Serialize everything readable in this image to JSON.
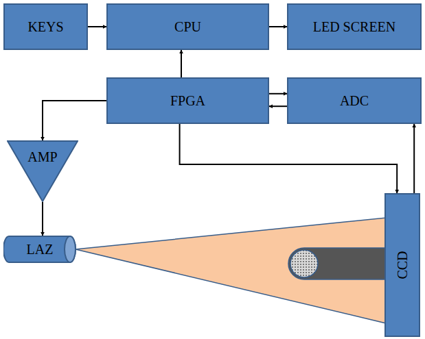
{
  "diagram": {
    "nodes": [
      {
        "text": [
          "KEYS"
        ]
      },
      {
        "text": [
          "CPU"
        ]
      },
      {
        "text": [
          "LED SCREEN"
        ]
      },
      {
        "text": [
          "FPGA"
        ]
      },
      {
        "text": [
          "ADC"
        ]
      },
      {
        "text": [
          "AMP"
        ]
      },
      {
        "text": [
          "LAZ"
        ]
      },
      {
        "text": [
          "CCD"
        ]
      }
    ],
    "edges": [
      {
        "from": 0,
        "to": 1,
        "arrow": "to"
      },
      {
        "from": 1,
        "to": 2,
        "arrow": "to"
      },
      {
        "from": 3,
        "to": 1,
        "arrow": "to"
      },
      {
        "from": 3,
        "to": 4,
        "arrow": "to"
      },
      {
        "from": 4,
        "to": 3,
        "arrow": "to"
      },
      {
        "from": 3,
        "to": 5,
        "arrow": "to"
      },
      {
        "from": 5,
        "to": 6,
        "arrow": "to"
      },
      {
        "from": 3,
        "to": 7,
        "arrow": "to"
      },
      {
        "from": 7,
        "to": 4,
        "arrow": "to"
      }
    ]
  }
}
